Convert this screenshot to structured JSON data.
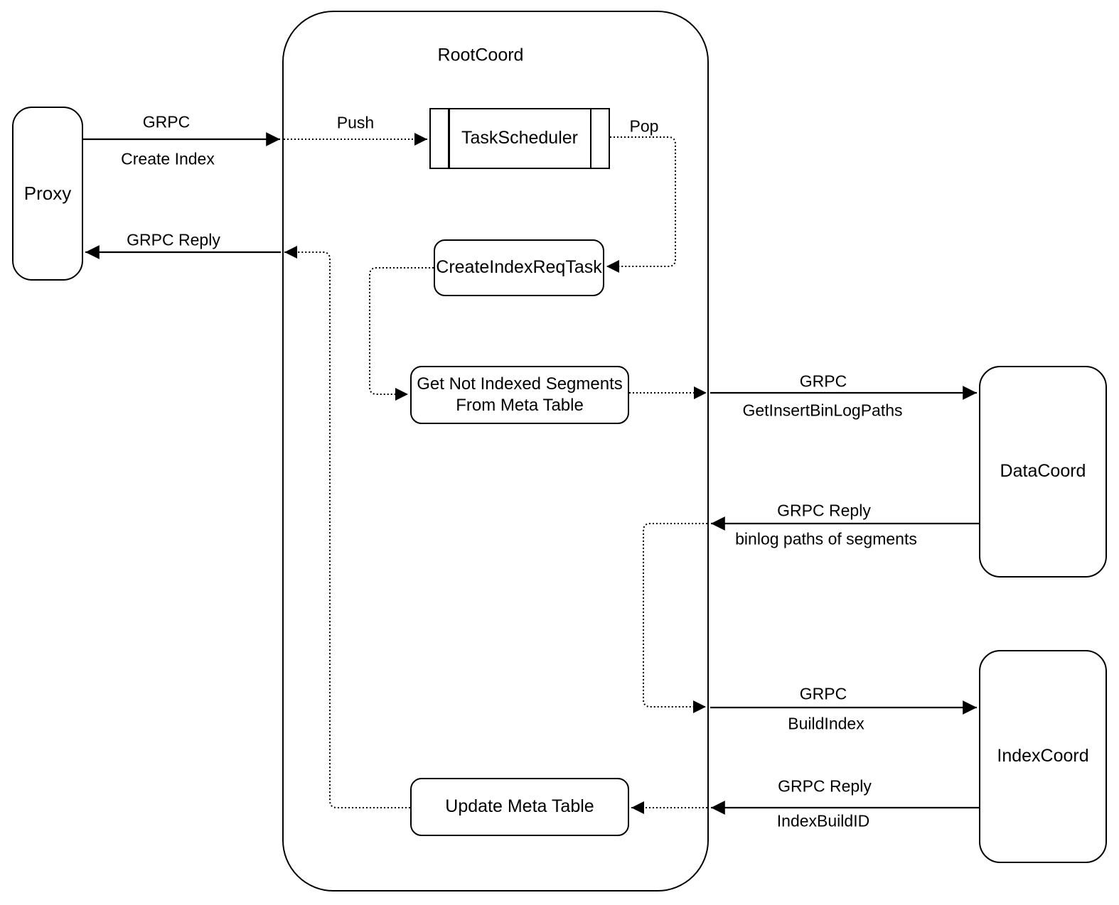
{
  "diagram": {
    "container_title": "RootCoord",
    "nodes": {
      "proxy": "Proxy",
      "task_scheduler": "TaskScheduler",
      "create_index_req_task": "CreateIndexReqTask",
      "get_not_indexed_line1": "Get Not Indexed Segments",
      "get_not_indexed_line2": "From Meta Table",
      "update_meta_table": "Update Meta Table",
      "datacoord": "DataCoord",
      "indexcoord": "IndexCoord"
    },
    "edge_labels": {
      "grpc_create": "GRPC",
      "create_index": "Create Index",
      "grpc_reply_proxy": "GRPC Reply",
      "push": "Push",
      "pop": "Pop",
      "grpc_data": "GRPC",
      "get_insert_binlog_paths": "GetInsertBinLogPaths",
      "grpc_reply_data": "GRPC Reply",
      "binlog_paths": "binlog paths of segments",
      "grpc_build": "GRPC",
      "build_index": "BuildIndex",
      "grpc_reply_index": "GRPC Reply",
      "index_build_id": "IndexBuildID"
    },
    "colors": {
      "stroke": "#000000",
      "background": "#ffffff"
    }
  }
}
